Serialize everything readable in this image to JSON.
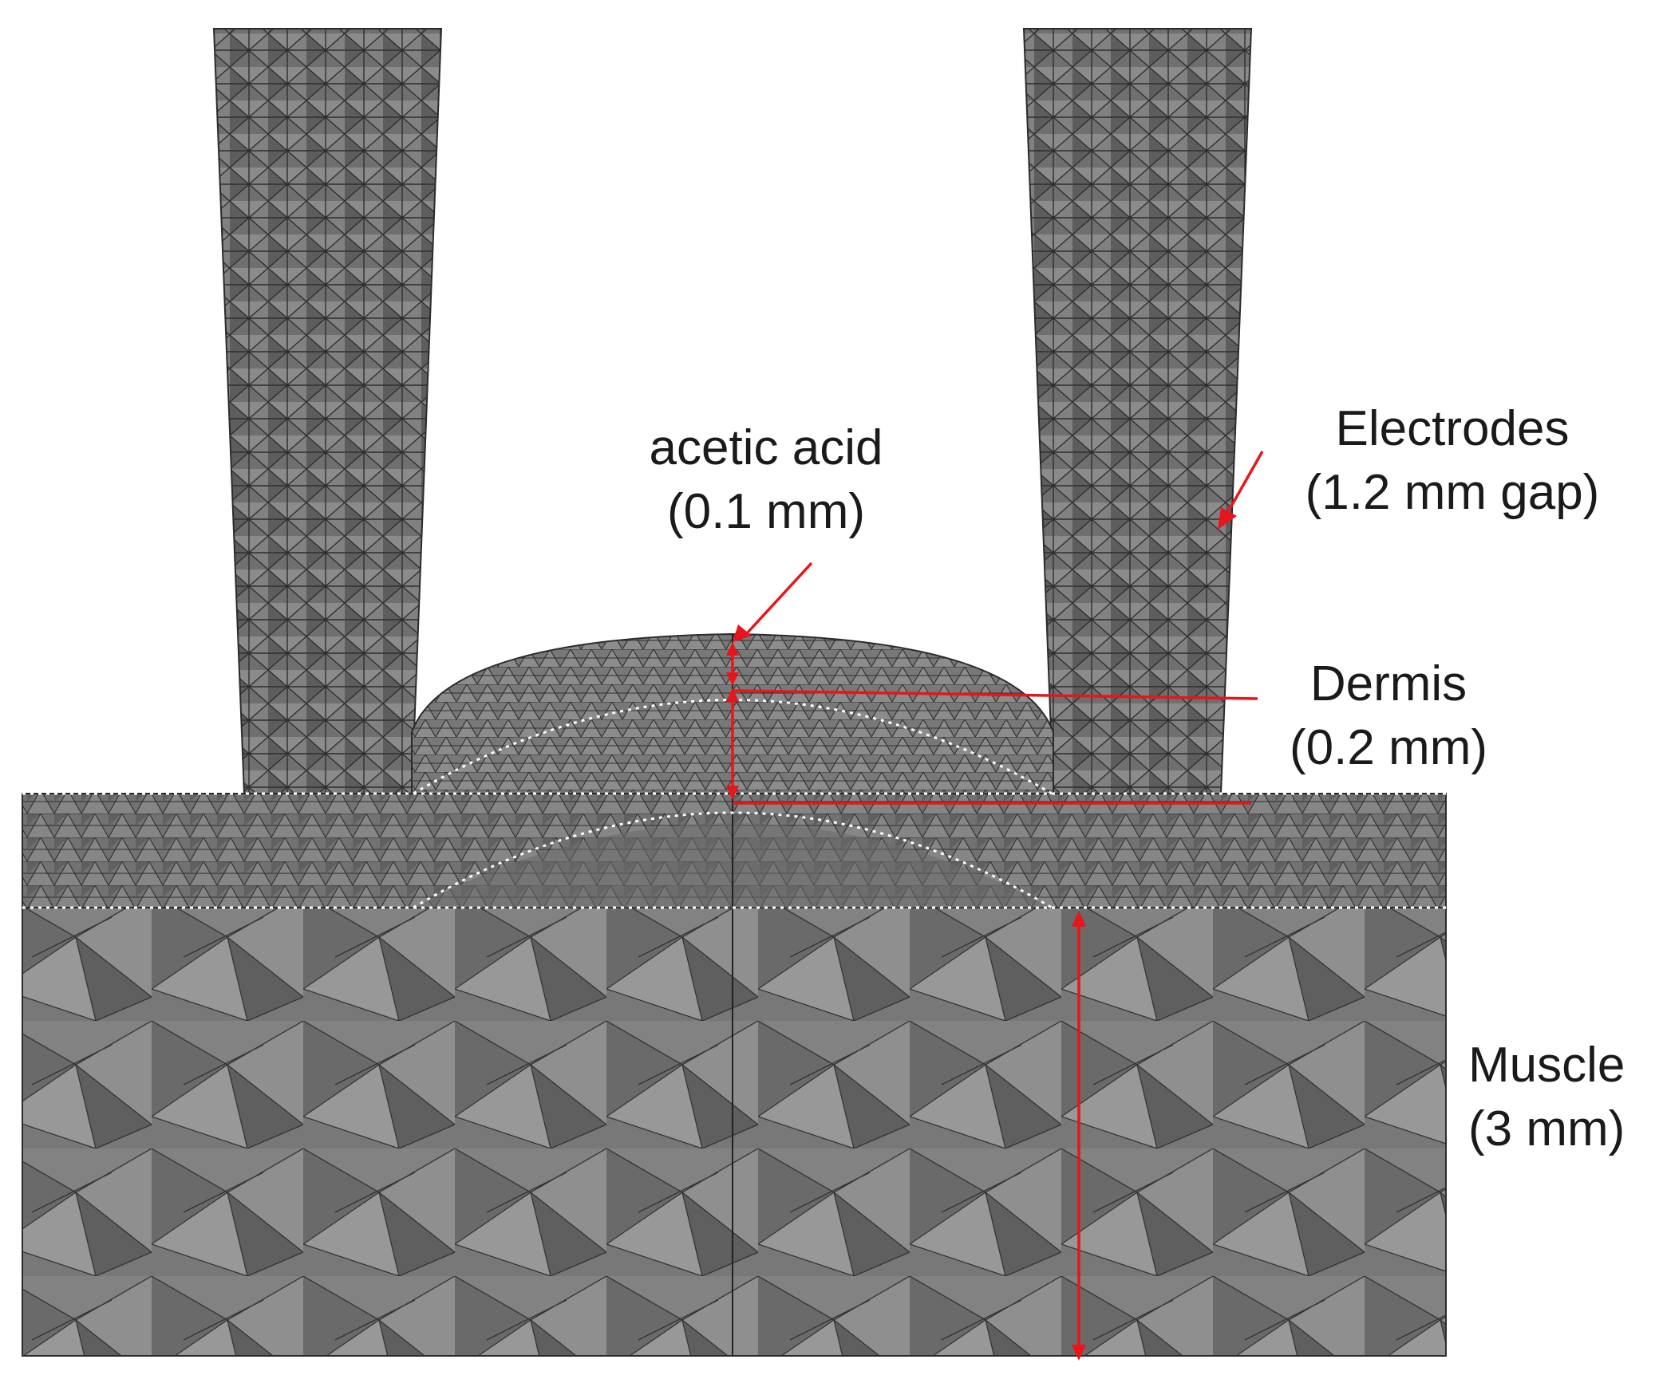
{
  "labels": {
    "acetic_acid": {
      "name": "acetic acid",
      "size": "(0.1 mm)"
    },
    "electrodes": {
      "name": "Electrodes",
      "size": "(1.2 mm gap)"
    },
    "dermis": {
      "name": "Dermis",
      "size": "(0.2 mm)"
    },
    "muscle": {
      "name": "Muscle",
      "size": "(3 mm)"
    }
  },
  "colors": {
    "annotation": "#e8151b",
    "mesh_edge": "#2b2b2b",
    "mesh_fill": "#6e6e6e",
    "boundary": "#ffffff"
  }
}
